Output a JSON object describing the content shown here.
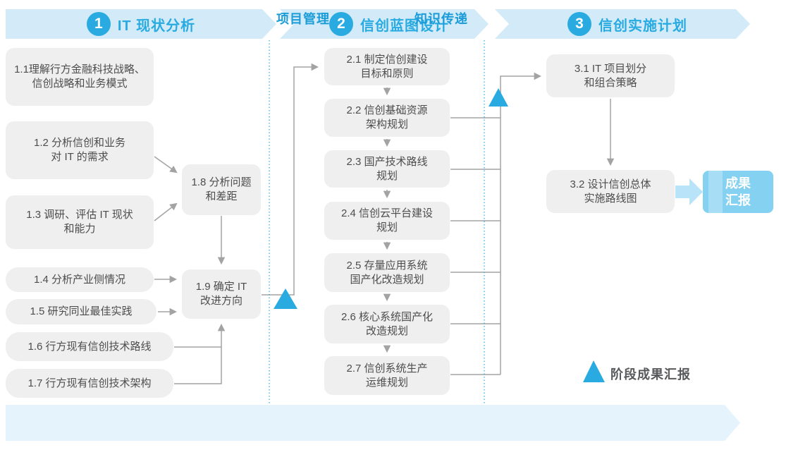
{
  "phases": [
    {
      "number": "1",
      "title": "IT 现状分析"
    },
    {
      "number": "2",
      "title": "信创蓝图设计"
    },
    {
      "number": "3",
      "title": "信创实施计划"
    }
  ],
  "boxes": {
    "b11": "1.1理解行方金融科技战略、\n信创战略和业务模式",
    "b12": "1.2 分析信创和业务\n对 IT 的需求",
    "b13": "1.3 调研、评估 IT 现状\n和能力",
    "b14": "1.4 分析产业侧情况",
    "b15": "1.5 研究同业最佳实践",
    "b16": "1.6 行方现有信创技术路线",
    "b17": "1.7 行方现有信创技术架构",
    "b18": "1.8 分析问题\n和差距",
    "b19": "1.9 确定 IT\n改进方向",
    "b21": "2.1 制定信创建设\n目标和原则",
    "b22": "2.2 信创基础资源\n架构规划",
    "b23": "2.3 国产技术路线\n规划",
    "b24": "2.4 信创云平台建设\n规划",
    "b25": "2.5 存量应用系统\n国产化改造规划",
    "b26": "2.6 核心系统国产化\n改造规划",
    "b27": "2.7 信创系统生产\n运维规划",
    "b31": "3.1 IT 项目划分\n和组合策略",
    "b32": "3.2 设计信创总体\n实施路线图"
  },
  "deliverable": {
    "label": "成果\n汇报"
  },
  "bottom_banner": {
    "items": [
      "项目管理",
      "知识传递"
    ]
  },
  "legend": {
    "milestone_label": "阶段成果汇报"
  },
  "colors": {
    "accent_blue": "#29abe2",
    "banner_light_blue": "#d3ebf8",
    "bottom_banner_blue": "#e4f3fc",
    "box_gray": "#efefef",
    "box_text_gray": "#4d4d4d",
    "connector_gray": "#a3a3a3",
    "deliverable_blue": "#85d1f1",
    "deliverable_arrow_blue": "#b9e3f8"
  }
}
